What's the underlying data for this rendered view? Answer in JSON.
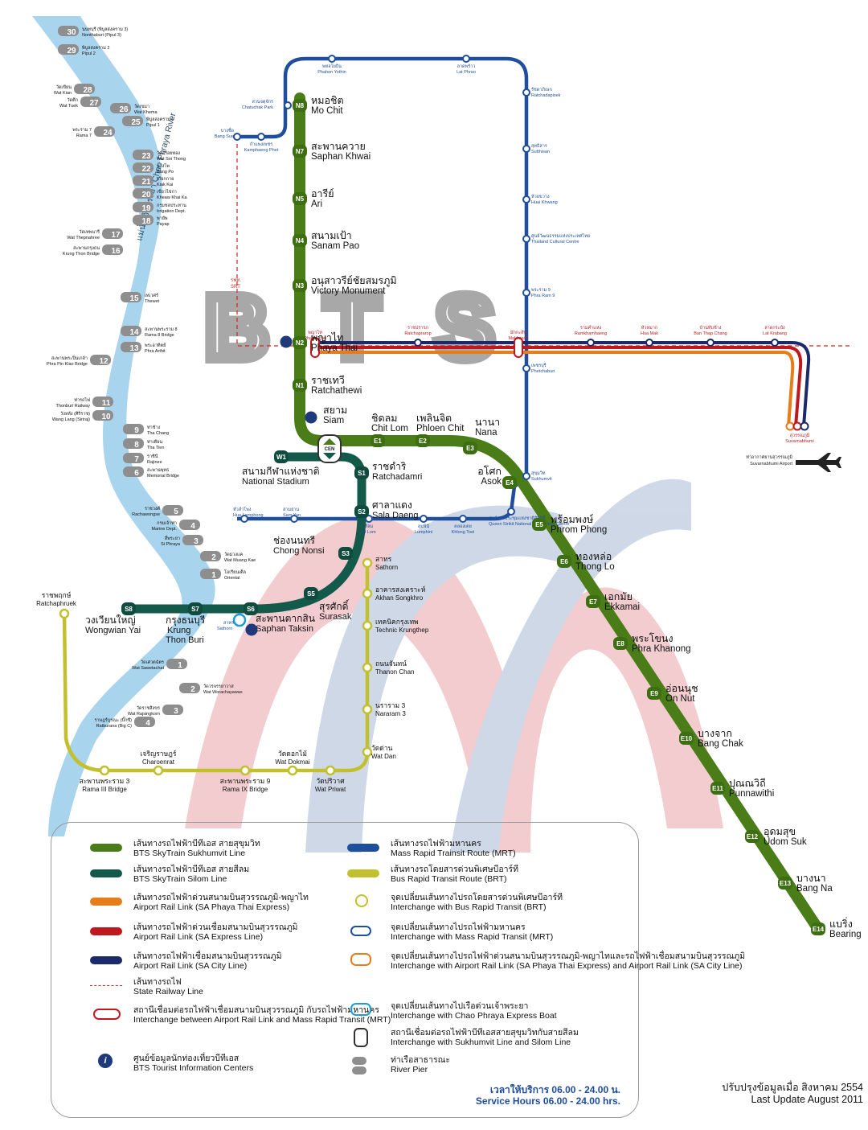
{
  "brand_letters": "BTS",
  "colors": {
    "sukhumvit": "#4a7d18",
    "silom": "#145a4b",
    "mrt": "#1e4e9c",
    "brt": "#c2c02e",
    "arl_sapt": "#e67c1a",
    "arl_saexp": "#c0181f",
    "arl_city": "#1b2a6a",
    "river": "#a9d4ee",
    "railway": "#d6211f"
  },
  "sukhumvit_stations": [
    {
      "code": "N8",
      "th": "หมอชิต",
      "en": "Mo Chit"
    },
    {
      "code": "N7",
      "th": "สะพานควาย",
      "en": "Saphan Khwai"
    },
    {
      "code": "N5",
      "th": "อารีย์",
      "en": "Ari"
    },
    {
      "code": "N4",
      "th": "สนามเป้า",
      "en": "Sanam Pao"
    },
    {
      "code": "N3",
      "th": "อนุสาวรีย์ชัยสมรภูมิ",
      "en": "Victory Monument"
    },
    {
      "code": "N2",
      "th": "พญาไท",
      "en": "Phaya Thai"
    },
    {
      "code": "N1",
      "th": "ราชเทวี",
      "en": "Ratchathewi"
    },
    {
      "code": "CEN",
      "th": "สยาม",
      "en": "Siam"
    },
    {
      "code": "E1",
      "th": "ชิดลม",
      "en": "Chit Lom"
    },
    {
      "code": "E2",
      "th": "เพลินจิต",
      "en": "Phloen Chit"
    },
    {
      "code": "E3",
      "th": "นานา",
      "en": "Nana"
    },
    {
      "code": "E4",
      "th": "อโศก",
      "en": "Asok"
    },
    {
      "code": "E5",
      "th": "พร้อมพงษ์",
      "en": "Phrom Phong"
    },
    {
      "code": "E6",
      "th": "ทองหล่อ",
      "en": "Thong Lo"
    },
    {
      "code": "E7",
      "th": "เอกมัย",
      "en": "Ekkamai"
    },
    {
      "code": "E8",
      "th": "พระโขนง",
      "en": "Phra Khanong"
    },
    {
      "code": "E9",
      "th": "อ่อนนุช",
      "en": "On Nut"
    },
    {
      "code": "E10",
      "th": "บางจาก",
      "en": "Bang Chak"
    },
    {
      "code": "E11",
      "th": "ปุณณวิถี",
      "en": "Punnawithi"
    },
    {
      "code": "E12",
      "th": "อุดมสุข",
      "en": "Udom Suk"
    },
    {
      "code": "E13",
      "th": "บางนา",
      "en": "Bang Na"
    },
    {
      "code": "E14",
      "th": "แบริ่ง",
      "en": "Bearing"
    }
  ],
  "silom_stations": [
    {
      "code": "W1",
      "th": "สนามกีฬาแห่งชาติ",
      "en": "National Stadium"
    },
    {
      "code": "S1",
      "th": "ราชดำริ",
      "en": "Ratchadamri"
    },
    {
      "code": "S2",
      "th": "ศาลาแดง",
      "en": "Sala Daeng"
    },
    {
      "code": "S3",
      "th": "ช่องนนทรี",
      "en": "Chong Nonsi"
    },
    {
      "code": "S5",
      "th": "สุรศักดิ์",
      "en": "Surasak"
    },
    {
      "code": "S6",
      "th": "สะพานตากสิน",
      "en": "Saphan Taksin"
    },
    {
      "code": "S7",
      "th": "กรุงธนบุรี",
      "en": "Krung Thon Buri"
    },
    {
      "code": "S8",
      "th": "วงเวียนใหญ่",
      "en": "Wongwian Yai"
    }
  ],
  "mrt_stations": [
    {
      "th": "บางซื่อ",
      "en": "Bang Sue"
    },
    {
      "th": "กำแพงเพชร",
      "en": "Kamphaeng Phet"
    },
    {
      "th": "สวนจตุจักร",
      "en": "Chatuchak Park"
    },
    {
      "th": "พหลโยธิน",
      "en": "Phahon Yothin"
    },
    {
      "th": "ลาดพร้าว",
      "en": "Lat Phrao"
    },
    {
      "th": "รัชดาภิเษก",
      "en": "Ratchadapisek"
    },
    {
      "th": "สุทธิสาร",
      "en": "Sutthisan"
    },
    {
      "th": "ห้วยขวาง",
      "en": "Huai Khwang"
    },
    {
      "th": "ศูนย์วัฒนธรรมแห่งประเทศไทย",
      "en": "Thailand Cultural Centre"
    },
    {
      "th": "พระราม 9",
      "en": "Phra Ram 9"
    },
    {
      "th": "เพชรบุรี",
      "en": "Phetchaburi"
    },
    {
      "th": "สุขุมวิท",
      "en": "Sukhumvit"
    },
    {
      "th": "ศูนย์การประชุมแห่งชาติสิริกิติ์",
      "en": "Queen Sirikit National Convention Centre"
    },
    {
      "th": "คลองเตย",
      "en": "Khlong Toei"
    },
    {
      "th": "ลุมพินี",
      "en": "Lumphini"
    },
    {
      "th": "สีลม",
      "en": "Si Lom"
    },
    {
      "th": "สามย่าน",
      "en": "Sam Yan"
    },
    {
      "th": "หัวลำโพง",
      "en": "Hua Lamphong"
    }
  ],
  "arl_stations": [
    {
      "th": "พญาไท",
      "en": "Phaya Thai"
    },
    {
      "th": "ราชปรารภ",
      "en": "Ratchaprarop"
    },
    {
      "th": "มักกะสัน",
      "en": "Makkasan"
    },
    {
      "th": "รามคำแหง",
      "en": "Ramkhamhaeng"
    },
    {
      "th": "หัวหมาก",
      "en": "Hua Mak"
    },
    {
      "th": "บ้านทับช้าง",
      "en": "Ban Thap Chang"
    },
    {
      "th": "ลาดกระบัง",
      "en": "Lat Krabang"
    },
    {
      "th": "สุวรรณภูมิ",
      "en": "Suvarnabhumi"
    }
  ],
  "airport": {
    "th": "ท่าอากาศยานสุวรรณภูมิ",
    "en": "Suvarnabhumi Airport"
  },
  "railway_label": {
    "th": "รฟท.",
    "en": "SRT"
  },
  "saphan_taksin_pier": {
    "th": "สาทร",
    "en": "Sathorn"
  },
  "brt_stations": [
    {
      "th": "สาทร",
      "en": "Sathorn"
    },
    {
      "th": "อาคารสงเคราะห์",
      "en": "Akhan Songkhro"
    },
    {
      "th": "เทคนิคกรุงเทพ",
      "en": "Technic Krungthep"
    },
    {
      "th": "ถนนจันทน์",
      "en": "Thanon Chan"
    },
    {
      "th": "นราราม 3",
      "en": "Nararam 3"
    },
    {
      "th": "วัดด่าน",
      "en": "Wat Dan"
    },
    {
      "th": "วัดปริวาศ",
      "en": "Wat Priwat"
    },
    {
      "th": "วัดดอกไม้",
      "en": "Wat Dokmai"
    },
    {
      "th": "สะพานพระราม 9",
      "en": "Rama IX Bridge"
    },
    {
      "th": "เจริญราษฎร์",
      "en": "Charoenrat"
    },
    {
      "th": "สะพานพระราม 3",
      "en": "Rama III Bridge"
    },
    {
      "th": "ราชพฤกษ์",
      "en": "Ratchaphruek"
    }
  ],
  "river_name": "แม่น้ำเจ้าพระยา Chao Phraya River",
  "piers": [
    {
      "num": "30",
      "th": "นนทบุรี (พิบูลสงคราม 3)",
      "en": "Nonthaburi (Pipul 3)"
    },
    {
      "num": "29",
      "th": "พิบูลสงคราม 2",
      "en": "Pipul 2"
    },
    {
      "num": "28",
      "th": "วัดเขียน",
      "en": "Wat Kian"
    },
    {
      "num": "27",
      "th": "วัดตึก",
      "en": "Wat Tuek"
    },
    {
      "num": "26",
      "th": "วัดเขมา",
      "en": "Wat Khema"
    },
    {
      "num": "25",
      "th": "พิบูลสงคราม 1",
      "en": "Pipul 1"
    },
    {
      "num": "24",
      "th": "พระราม 7",
      "en": "Rama 7"
    },
    {
      "num": "23",
      "th": "วัดสร้อยทอง",
      "en": "Wat Soi Thong"
    },
    {
      "num": "22",
      "th": "บางโพ",
      "en": "Bang Po"
    },
    {
      "num": "21",
      "th": "เกียกกาย",
      "en": "Kiak Kai"
    },
    {
      "num": "20",
      "th": "เขียวไข่กา",
      "en": "Kheaw Khai Ka"
    },
    {
      "num": "19",
      "th": "กรมชลประทาน",
      "en": "Irrigation Dept."
    },
    {
      "num": "18",
      "th": "พายัพ",
      "en": "Payap"
    },
    {
      "num": "17",
      "th": "วัดเทพนารี",
      "en": "Wat Thepnahree"
    },
    {
      "num": "16",
      "th": "สะพานกรุงธน",
      "en": "Krung Thon Bridge"
    },
    {
      "num": "15",
      "th": "เทเวศร์",
      "en": "Thewet"
    },
    {
      "num": "14",
      "th": "สะพานพระราม 8",
      "en": "Rama 8 Bridge"
    },
    {
      "num": "13",
      "th": "พระอาทิตย์",
      "en": "Phra Arthit"
    },
    {
      "num": "12",
      "th": "สะพานพระปิ่นเกล้า",
      "en": "Phra Pin Klao Bridge"
    },
    {
      "num": "11",
      "th": "ท่ารถไฟ",
      "en": "Thonburi Railway"
    },
    {
      "num": "10",
      "th": "วังหลัง (ศิริราช)",
      "en": "Wang Lang (Siriraj)"
    },
    {
      "num": "9",
      "th": "ท่าช้าง",
      "en": "Tha Chang"
    },
    {
      "num": "8",
      "th": "ท่าเตียน",
      "en": "Tha Tien"
    },
    {
      "num": "7",
      "th": "ราชินี",
      "en": "Rajinee"
    },
    {
      "num": "6",
      "th": "สะพานพุทธ",
      "en": "Memorial Bridge"
    },
    {
      "num": "5",
      "th": "ราชวงศ์",
      "en": "Rachawongse"
    },
    {
      "num": "4",
      "th": "กรมเจ้าท่า",
      "en": "Marine Dept."
    },
    {
      "num": "3",
      "th": "สี่พระยา",
      "en": "Si Phraya"
    },
    {
      "num": "2",
      "th": "วัดม่วงแค",
      "en": "Wat Muang Kae"
    },
    {
      "num": "1",
      "th": "โอเรียนเต็ล",
      "en": "Oriental"
    },
    {
      "num": "1",
      "th": "วัดเศวตฉัตร",
      "en": "Wat Sawetachat"
    },
    {
      "num": "2",
      "th": "วัดวรจรรยาวาส",
      "en": "Wat Worachayawas"
    },
    {
      "num": "3",
      "th": "วัดราชสิงขร",
      "en": "Wat Rajsingkorn"
    },
    {
      "num": "4",
      "th": "ราษฎร์บูรณะ (บิ๊กซี)",
      "en": "Ratburana (Big C)"
    }
  ],
  "legend": [
    {
      "th": "เส้นทางรถไฟฟ้าบีทีเอส สายสุขุมวิท",
      "en": "BTS SkyTrain Sukhumvit Line"
    },
    {
      "th": "เส้นทางรถไฟฟ้าบีทีเอส สายสีลม",
      "en": "BTS SkyTrain Silom Line"
    },
    {
      "th": "เส้นทางรถไฟฟ้าด่วนสนามบินสุวรรณภูมิ-พญาไท",
      "en": "Airport Rail Link (SA Phaya Thai Express)"
    },
    {
      "th": "เส้นทางรถไฟฟ้าด่วนเชื่อมสนามบินสุวรรณภูมิ",
      "en": "Airport Rail Link (SA Express Line)"
    },
    {
      "th": "เส้นทางรถไฟฟ้าเชื่อมสนามบินสุวรรณภูมิ",
      "en": "Airport Rail Link (SA City Line)"
    },
    {
      "th": "เส้นทางรถไฟ",
      "en": "State Railway Line"
    },
    {
      "th": "สถานีเชื่อมต่อรถไฟฟ้าเชื่อมสนามบินสุวรรณภูมิ กับรถไฟฟ้ามหานคร",
      "en": "Interchange between Airport Rail Link and Mass Rapid Transit (MRT)"
    },
    {
      "th": "ศูนย์ข้อมูลนักท่องเที่ยวบีทีเอส",
      "en": "BTS Tourist Information Centers"
    },
    {
      "th": "เส้นทางรถไฟฟ้ามหานคร",
      "en": "Mass Rapid Trainsit Route (MRT)"
    },
    {
      "th": "เส้นทางรถโดยสารด่วนพิเศษบีอาร์ที",
      "en": "Bus Rapid Transit Route (BRT)"
    },
    {
      "th": "จุดเปลี่ยนเส้นทางไปรถโดยสารด่วนพิเศษบีอาร์ที",
      "en": "Interchange with Bus Rapid Transit (BRT)"
    },
    {
      "th": "จุดเปลี่ยนเส้นทางไปรถไฟฟ้ามหานคร",
      "en": "Interchange with Mass Rapid Transit (MRT)"
    },
    {
      "th": "จุดเปลี่ยนเส้นทางไปรถไฟฟ้าด่วนสนามบินสุวรรณภูมิ-พญาไทและรถไฟฟ้าเชื่อมสนามบินสุวรรณภูมิ",
      "en": "Interchange with Airport Rail Link (SA Phaya Thai Express) and Airport Rail Link (SA City Line)"
    },
    {
      "th": "จุดเปลี่ยนเส้นทางไปเรือด่วนเจ้าพระยา",
      "en": "Interchange with Chao Phraya Express Boat"
    },
    {
      "th": "สถานีเชื่อมต่อรถไฟฟ้าบีทีเอสสายสุขุมวิทกับสายสีลม",
      "en": "Interchange with Sukhumvit Line and Silom Line"
    },
    {
      "th": "ท่าเรือสาธารณะ",
      "en": "River Pier"
    }
  ],
  "service": {
    "th": "เวลาให้บริการ 06.00 - 24.00 น.",
    "en": "Service Hours 06.00 - 24.00 hrs."
  },
  "update": {
    "th": "ปรับปรุงข้อมูลเมื่อ สิงหาคม 2554",
    "en": "Last Update August 2011"
  }
}
